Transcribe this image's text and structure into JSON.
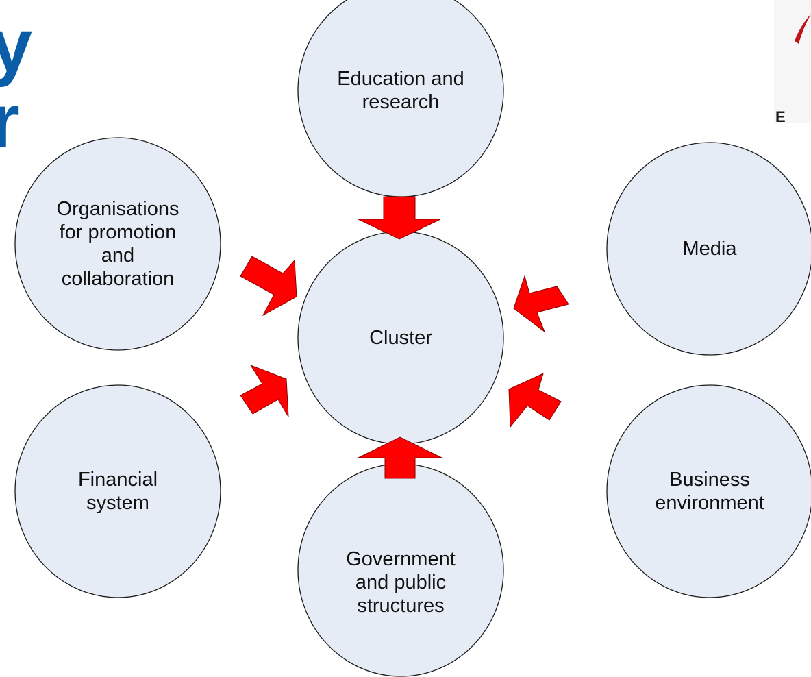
{
  "title": {
    "line_1": "y",
    "line_2": "r"
  },
  "logo": {
    "text": "E"
  },
  "colors": {
    "node_fill": "#e6ecf5",
    "node_stroke": "#1a1a1a",
    "arrow_fill": "#ff0000",
    "title": "#0a5ea8"
  },
  "nodes": {
    "center": {
      "label": "Cluster"
    },
    "top": {
      "line_1": "Education and",
      "line_2": "research"
    },
    "upper_left": {
      "line_1": "Organisations",
      "line_2": "for promotion",
      "line_3": "and",
      "line_4": "collaboration"
    },
    "upper_right": {
      "label": "Media"
    },
    "lower_left": {
      "line_1": "Financial",
      "line_2": "system"
    },
    "lower_right": {
      "line_1": "Business",
      "line_2": "environment"
    },
    "bottom": {
      "line_1": "Government",
      "line_2": "and public",
      "line_3": "structures"
    }
  }
}
